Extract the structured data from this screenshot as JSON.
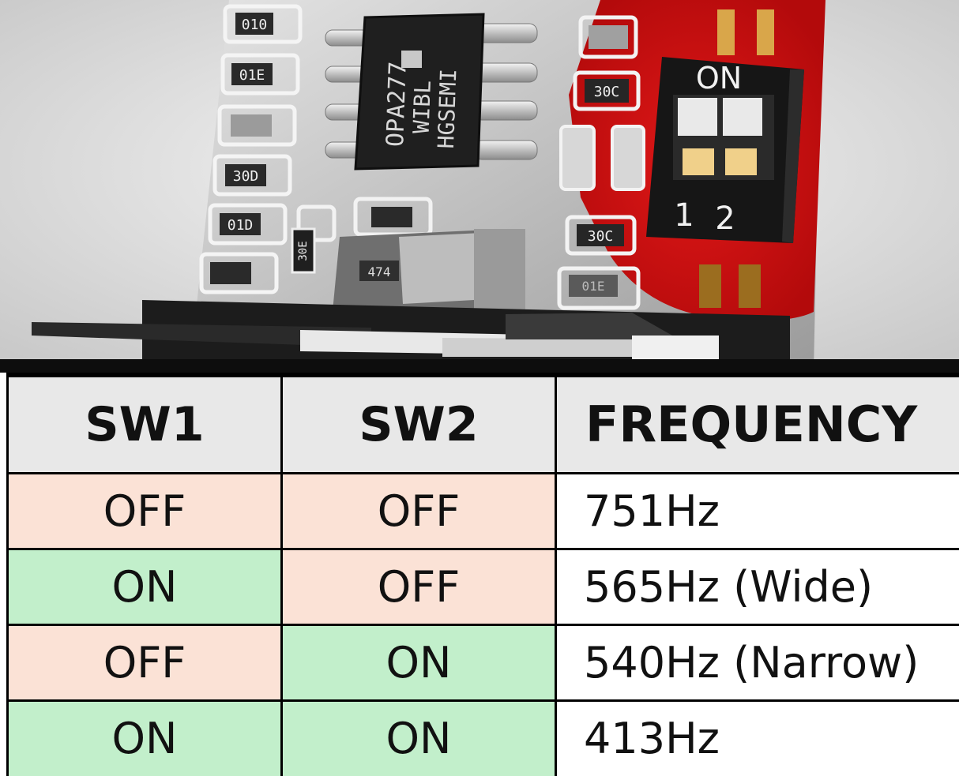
{
  "photo": {
    "chip_markings": [
      "OPA277",
      "WIBL",
      "HGSEMI"
    ],
    "resistor_codes": [
      "010",
      "01E",
      "30D",
      "01D",
      "30E",
      "474",
      "30C",
      "30C",
      "01E"
    ],
    "dip_switch": {
      "on_label": "ON",
      "position_labels": [
        "1",
        "2"
      ]
    },
    "highlight_color": "#d20f10"
  },
  "table": {
    "headers": [
      "SW1",
      "SW2",
      "FREQUENCY"
    ],
    "rows": [
      {
        "sw1": "OFF",
        "sw2": "OFF",
        "frequency": "751Hz"
      },
      {
        "sw1": "ON",
        "sw2": "OFF",
        "frequency": "565Hz (Wide)"
      },
      {
        "sw1": "OFF",
        "sw2": "ON",
        "frequency": "540Hz (Narrow)"
      },
      {
        "sw1": "ON",
        "sw2": "ON",
        "frequency": "413Hz"
      }
    ],
    "colors": {
      "off": "#fbe2d6",
      "on": "#c2efcb",
      "header": "#e8e8e8"
    }
  }
}
